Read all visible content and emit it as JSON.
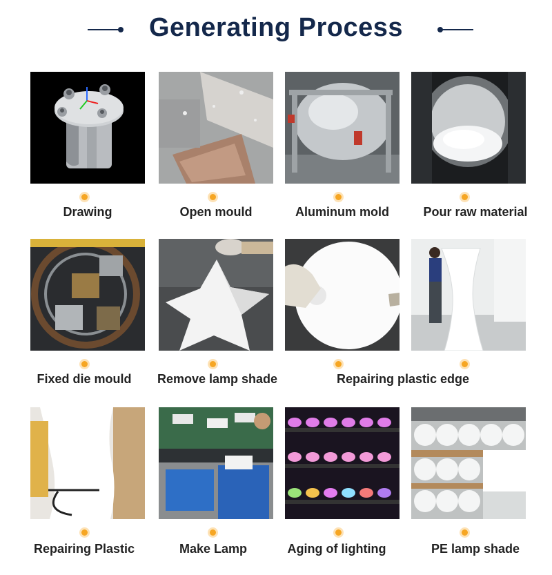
{
  "header": {
    "title": "Generating Process"
  },
  "steps": [
    {
      "label": "Drawing",
      "photo_icon": "cad-drawing-icon"
    },
    {
      "label": "Open mould",
      "photo_icon": "mould-photo"
    },
    {
      "label": "Aluminum mold",
      "photo_icon": "aluminum-mold-photo"
    },
    {
      "label": "Pour raw material",
      "photo_icon": "raw-material-photo"
    },
    {
      "label": "Fixed die mould",
      "photo_icon": "die-mould-photo"
    },
    {
      "label": "Remove lamp shade",
      "photo_icon": "lamp-shade-photo"
    },
    {
      "label": "Repairing plastic edge",
      "photo_icon": "plastic-edge-photo"
    },
    {
      "label": "Repairing Plastic",
      "photo_icon": "repair-plastic-photo"
    },
    {
      "label": "Make Lamp",
      "photo_icon": "make-lamp-photo"
    },
    {
      "label": "Aging of lighting",
      "photo_icon": "aging-lighting-photo"
    },
    {
      "label": "PE lamp shade",
      "photo_icon": "pe-shade-photo"
    }
  ],
  "colors": {
    "title": "#14284b",
    "marker": "#f6a623",
    "label": "#222222"
  }
}
